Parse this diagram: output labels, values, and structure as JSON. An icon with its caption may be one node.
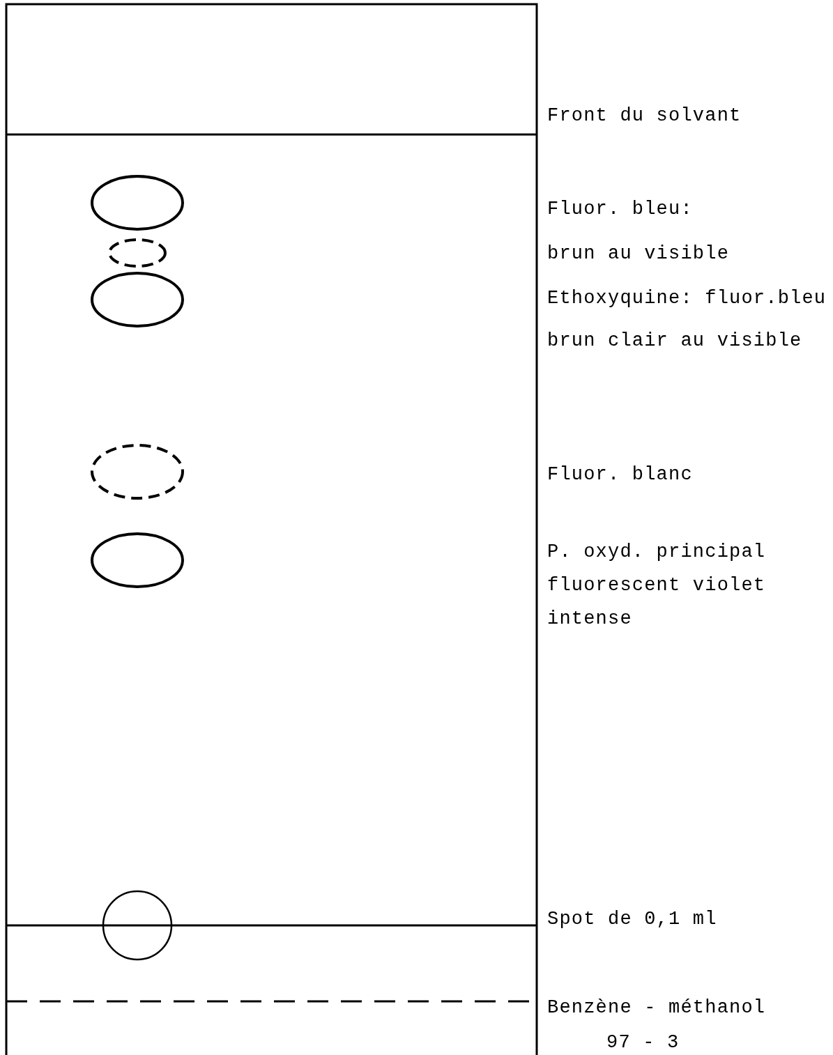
{
  "diagram": {
    "labels": [
      "Front du solvant",
      "Fluor. bleu:",
      "brun au visible",
      "Ethoxyquine: fluor.bleu",
      "brun clair au visible",
      "Fluor. blanc",
      "P. oxyd. principal fluorescent violet intense",
      "Spot de 0,1 ml",
      "Benzène - méthanol",
      "97 - 3"
    ]
  }
}
